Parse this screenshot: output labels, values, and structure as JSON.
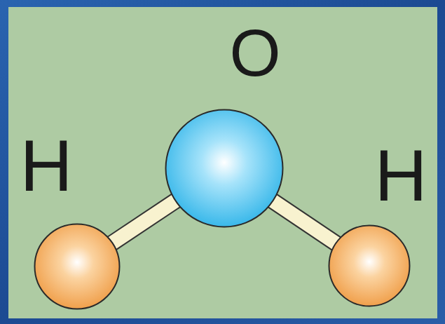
{
  "diagram": {
    "nodes": [
      {
        "text": [
          "O"
        ]
      },
      {
        "text": [
          "H"
        ]
      },
      {
        "text": [
          "H"
        ]
      }
    ],
    "edges": [
      {
        "from": 0,
        "to": 1,
        "arrow": "none"
      },
      {
        "from": 0,
        "to": 2,
        "arrow": "none"
      }
    ]
  }
}
